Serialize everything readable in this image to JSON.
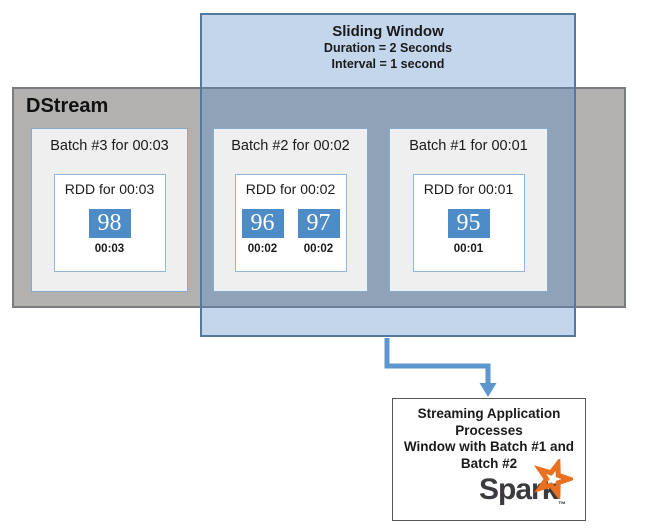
{
  "sliding_window": {
    "title": "Sliding Window",
    "duration": "Duration = 2 Seconds",
    "interval": "Interval = 1 second"
  },
  "dstream": {
    "label": "DStream"
  },
  "batches": [
    {
      "title": "Batch #3 for 00:03",
      "rdd_title": "RDD for 00:03",
      "cells": [
        {
          "value": "98",
          "time": "00:03"
        }
      ]
    },
    {
      "title": "Batch #2 for 00:02",
      "rdd_title": "RDD for 00:02",
      "cells": [
        {
          "value": "96",
          "time": "00:02"
        },
        {
          "value": "97",
          "time": "00:02"
        }
      ]
    },
    {
      "title": "Batch #1 for 00:01",
      "rdd_title": "RDD for 00:01",
      "cells": [
        {
          "value": "95",
          "time": "00:01"
        }
      ]
    }
  ],
  "output_box": {
    "line1": "Streaming Application",
    "line2": "Processes",
    "line3": "Window with Batch #1 and",
    "line4": "Batch #2",
    "logo_text": "Spark",
    "trademark": "™"
  },
  "colors": {
    "cell_blue": "#4e8cc8",
    "window_fill": "rgba(80,134,199,0.34)",
    "window_border": "#54799f",
    "dstream_gray": "#b2b1b0",
    "batch_fill": "#efefef",
    "batch_border": "#85aacf",
    "arrow_blue": "#5e96cf",
    "spark_orange": "#e8701f",
    "spark_text": "#3c3a3e"
  }
}
